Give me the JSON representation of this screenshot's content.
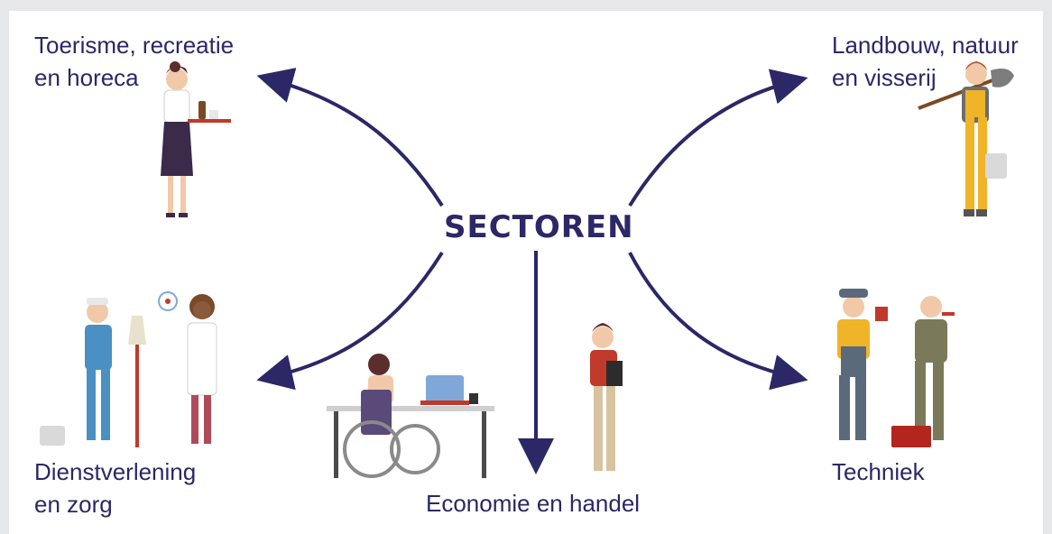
{
  "center": {
    "title": "SECTOREN"
  },
  "sectors": [
    {
      "line1": "Toerisme, recreatie",
      "line2": "en horeca",
      "illustration": "waitress-with-tray"
    },
    {
      "line1": "Landbouw, natuur",
      "line2": "en visserij",
      "illustration": "farmer-with-shovel-and-watering-can"
    },
    {
      "line1": "Dienstverlening",
      "line2": "en zorg",
      "illustration": "cleaner-and-scientist"
    },
    {
      "line1": "Economie en handel",
      "line2": "",
      "illustration": "office-workers-and-wheelchair-user"
    },
    {
      "line1": "Techniek",
      "line2": "",
      "illustration": "technicians-with-tools"
    }
  ],
  "colors": {
    "accent": "#2c2766",
    "background": "#e6e7e9",
    "panel": "#ffffff"
  }
}
